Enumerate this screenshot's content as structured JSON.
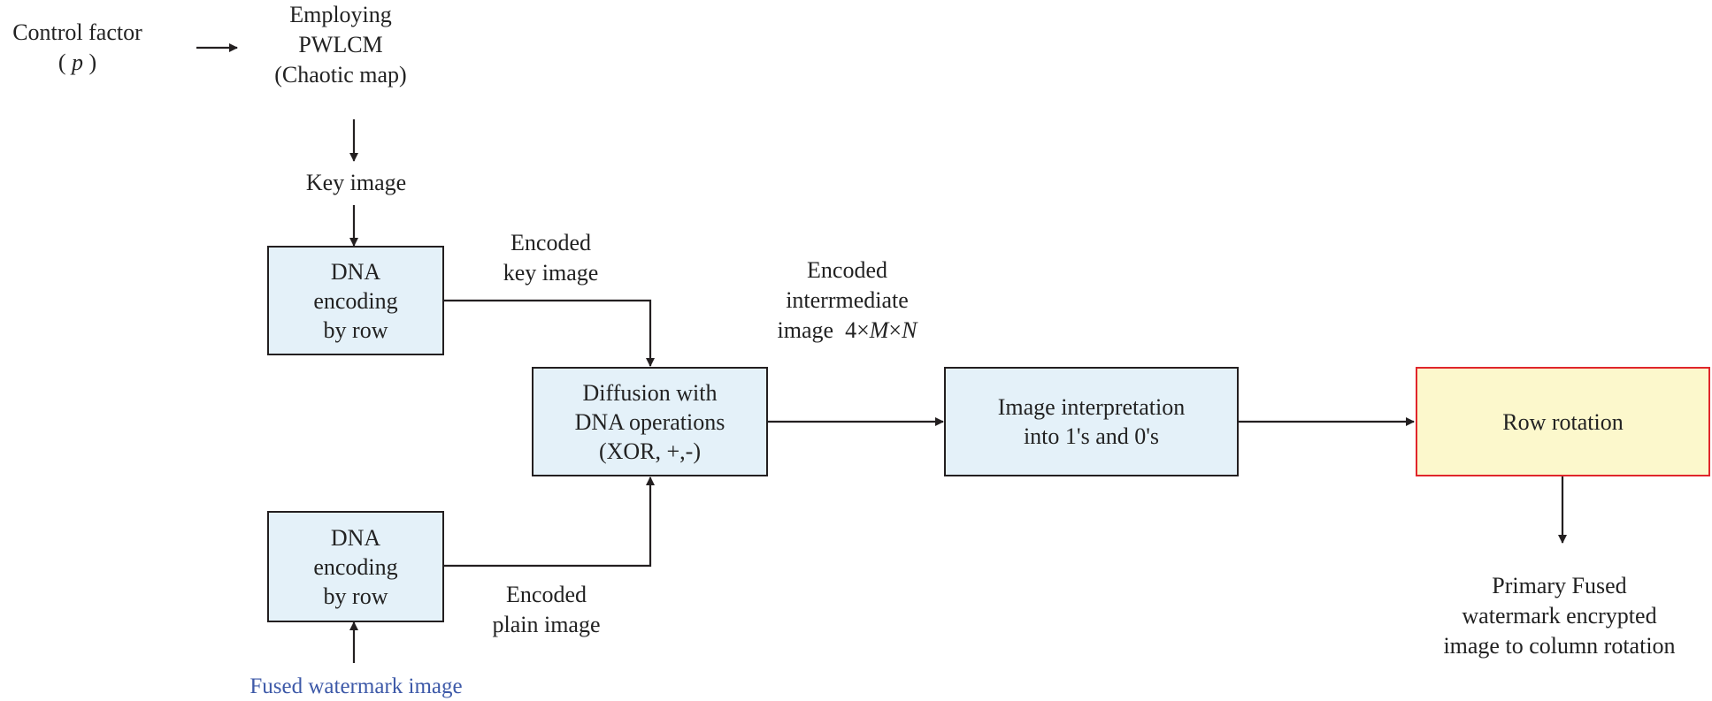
{
  "labels": {
    "control_factor": {
      "line1": "Control factor",
      "line2_open": "(",
      "line2_var": "p",
      "line2_close": ")"
    },
    "pwlcm": [
      "Employing",
      "PWLCM",
      "(Chaotic map)"
    ],
    "key_image": "Key image",
    "encoded_key_image": [
      "Encoded",
      "key image"
    ],
    "encoded_intermediate": {
      "line1": "Encoded",
      "line2": "interrmediate",
      "line3_prefix": "image  4×",
      "line3_m": "M",
      "line3_x": "×",
      "line3_n": "N"
    },
    "encoded_plain_image": [
      "Encoded",
      "plain image"
    ],
    "fused_watermark_image": "Fused watermark image",
    "output": [
      "Primary Fused",
      "watermark encrypted",
      "image to column rotation"
    ]
  },
  "boxes": {
    "dna_encoding_top": [
      "DNA",
      "encoding",
      "by row"
    ],
    "dna_encoding_bottom": [
      "DNA",
      "encoding",
      "by row"
    ],
    "diffusion": [
      "Diffusion with",
      "DNA operations",
      "(XOR, +,-)"
    ],
    "interpretation": [
      "Image interpretation",
      "into 1's and 0's"
    ],
    "row_rotation": "Row rotation"
  },
  "colors": {
    "box_fill": "#e4f1f9",
    "highlight_fill": "#fcf8cc",
    "highlight_border": "#e0262b",
    "input_label": "#3d59a8",
    "stroke": "#231f20"
  }
}
